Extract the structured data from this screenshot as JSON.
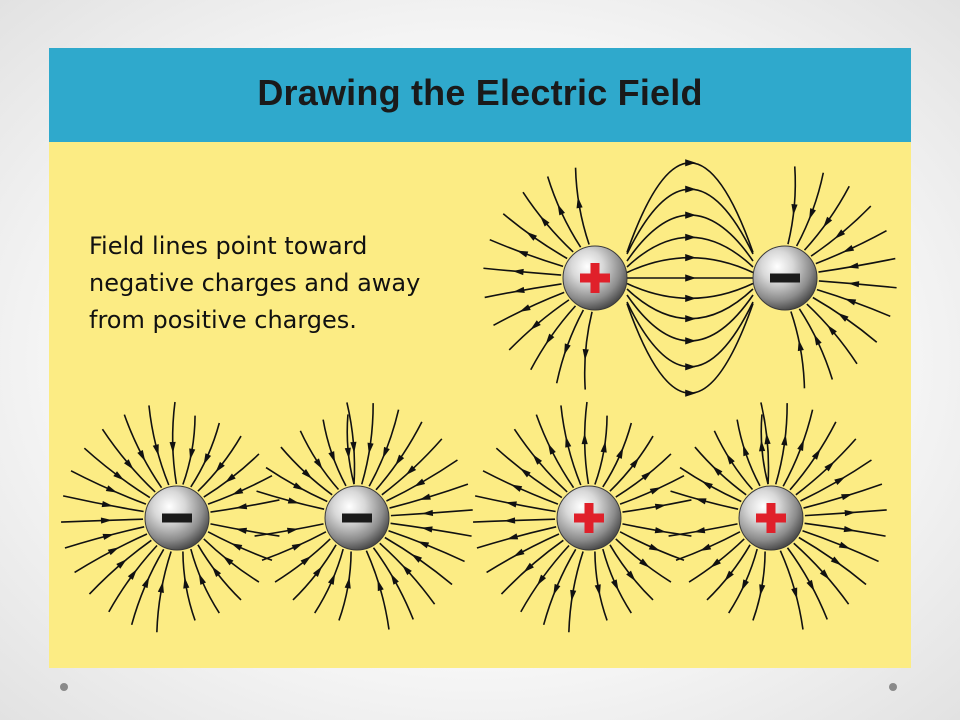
{
  "slide": {
    "title": "Drawing the Electric Field",
    "caption_lines": [
      "Field lines point toward",
      "negative charges and away",
      "from positive charges."
    ]
  },
  "colors": {
    "title_bar": "#2fa9cc",
    "slide_background": "#fcec84",
    "field_line": "#111111",
    "plus_sign": "#e0202a",
    "minus_sign": "#1a1a1a",
    "sphere": "#a0a0a0"
  },
  "icons": [
    "plus-charge-icon",
    "minus-charge-icon",
    "slide-nav-dot-icon"
  ],
  "diagrams": [
    {
      "name": "dipole",
      "charges": [
        {
          "sign": "+"
        },
        {
          "sign": "−"
        }
      ]
    },
    {
      "name": "two-negatives",
      "charges": [
        {
          "sign": "−"
        },
        {
          "sign": "−"
        }
      ]
    },
    {
      "name": "two-positives",
      "charges": [
        {
          "sign": "+"
        },
        {
          "sign": "+"
        }
      ]
    }
  ]
}
